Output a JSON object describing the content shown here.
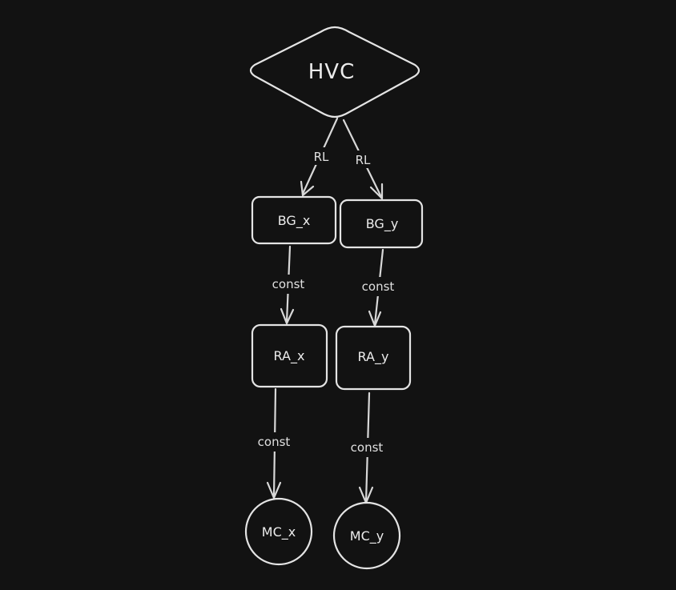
{
  "colors": {
    "background": "#121212",
    "stroke": "#e4e4e4",
    "text": "#ececec"
  },
  "nodes": {
    "hvc": {
      "label": "HVC",
      "shape": "diamond"
    },
    "bg_x": {
      "label": "BG_x",
      "shape": "rounded-rect"
    },
    "bg_y": {
      "label": "BG_y",
      "shape": "rounded-rect"
    },
    "ra_x": {
      "label": "RA_x",
      "shape": "rounded-rect"
    },
    "ra_y": {
      "label": "RA_y",
      "shape": "rounded-rect"
    },
    "mc_x": {
      "label": "MC_x",
      "shape": "circle"
    },
    "mc_y": {
      "label": "MC_y",
      "shape": "circle"
    }
  },
  "edges": [
    {
      "from": "HVC",
      "to": "BG_x",
      "label": "RL"
    },
    {
      "from": "HVC",
      "to": "BG_y",
      "label": "RL"
    },
    {
      "from": "BG_x",
      "to": "RA_x",
      "label": "const"
    },
    {
      "from": "BG_y",
      "to": "RA_y",
      "label": "const"
    },
    {
      "from": "RA_x",
      "to": "MC_x",
      "label": "const"
    },
    {
      "from": "RA_y",
      "to": "MC_y",
      "label": "const"
    }
  ]
}
